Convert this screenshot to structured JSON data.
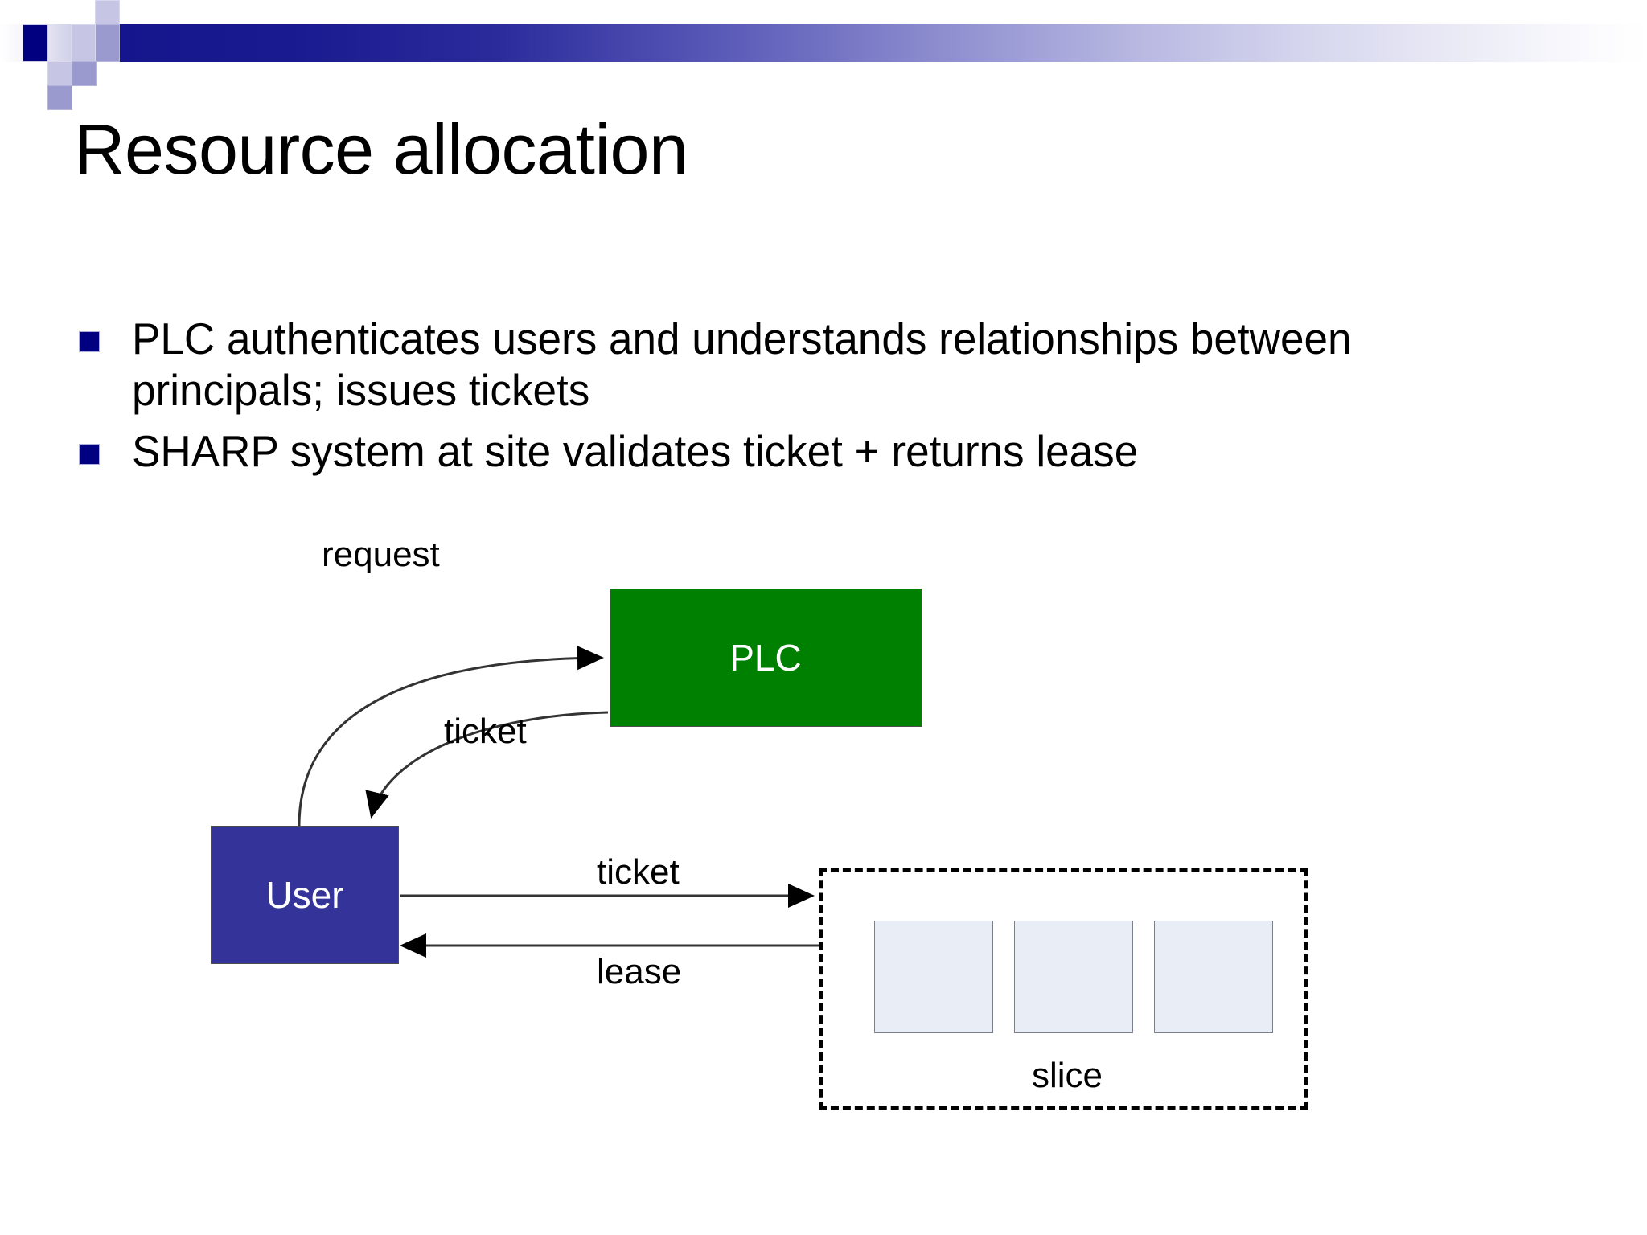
{
  "slide": {
    "title": "Resource allocation",
    "bullets": [
      "PLC authenticates users and understands relationships between principals; issues tickets",
      "SHARP system at site validates ticket + returns lease"
    ]
  },
  "theme": {
    "accent_navy": "#000080",
    "header_blue": "#14148c",
    "square_light": "#c6c6e4",
    "square_mid": "#9a9ace",
    "plc_green": "#008000",
    "user_indigo": "#333399",
    "slice_fill": "#e8edf6",
    "text_black": "#000000"
  },
  "diagram": {
    "nodes": {
      "plc": "PLC",
      "user": "User",
      "slice": "slice"
    },
    "edges": {
      "request": "request",
      "ticket_down": "ticket",
      "ticket_right": "ticket",
      "lease": "lease"
    }
  }
}
